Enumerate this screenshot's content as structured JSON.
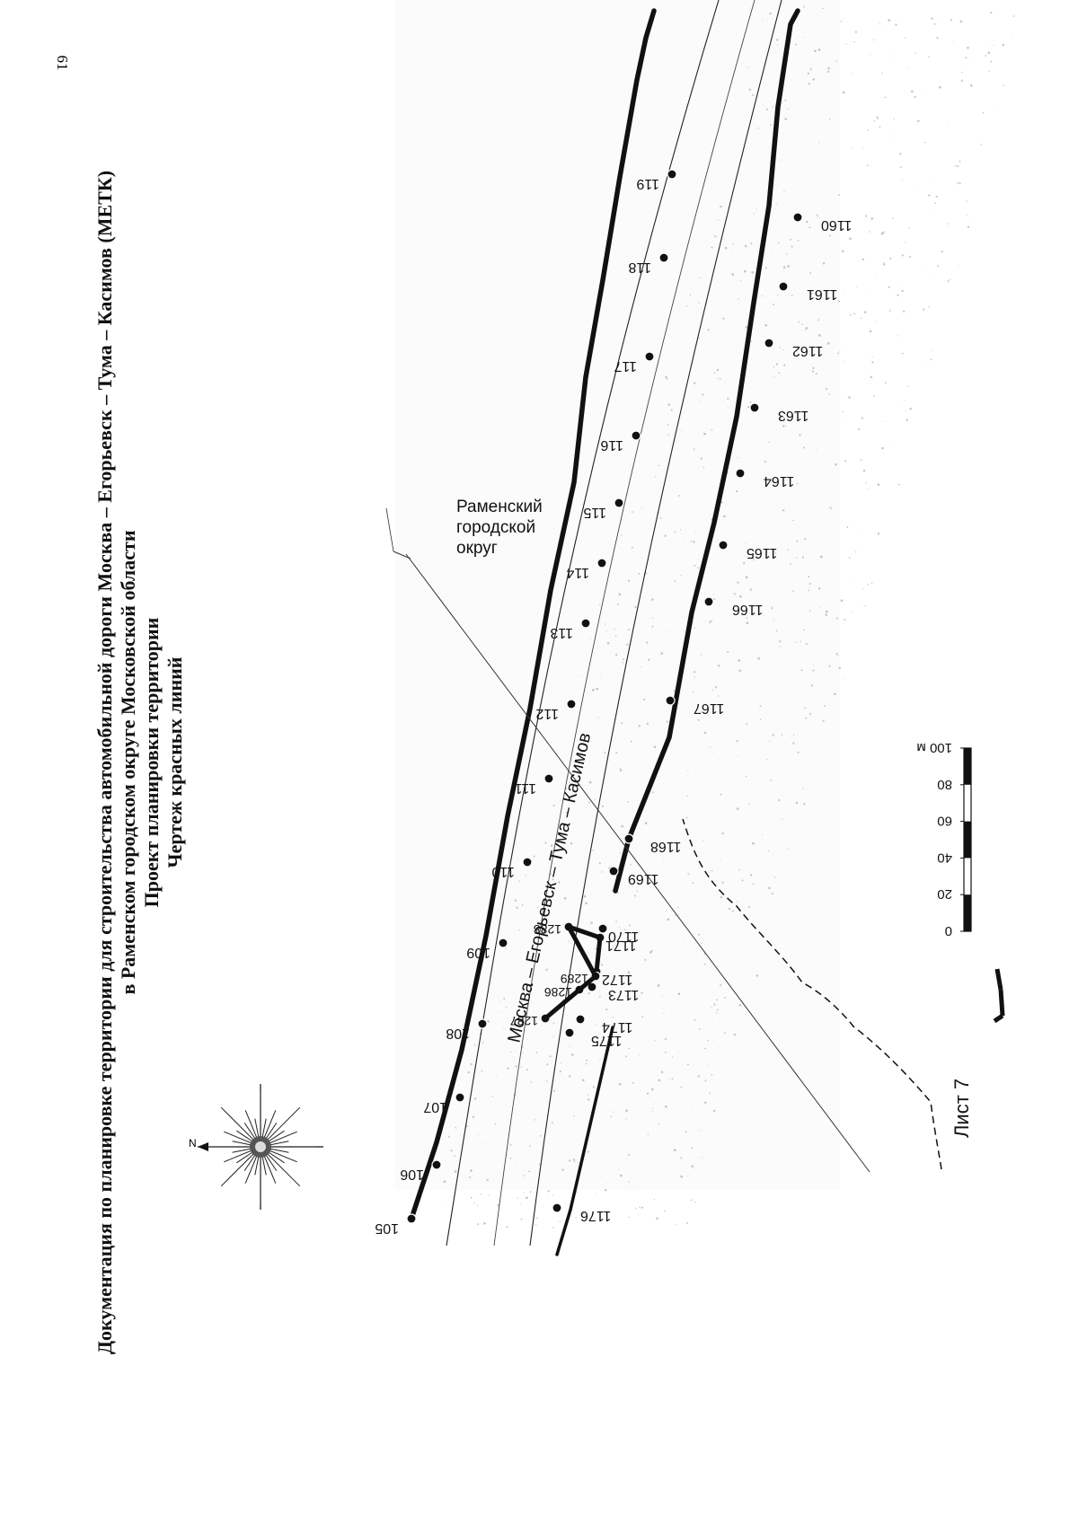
{
  "page_number": "61",
  "title": {
    "line1": "Документация по планировке территории для строительства автомобильной дороги Москва – Егорьевск – Тума – Касимов (МЕТК)",
    "line2": "в Раменском городском округе Московской области",
    "line3": "Проект планировки территории",
    "line4": "Чертеж красных линий"
  },
  "compass": {
    "north_label": "N"
  },
  "road_label": "Москва – Егорьевск – Тума – Касимов",
  "district_label": {
    "line1": "Раменский",
    "line2": "городской",
    "line3": "округ"
  },
  "sheet_label": "Лист 7",
  "scale_bar": {
    "ticks": [
      "0",
      "20",
      "40",
      "60",
      "80",
      "100 м"
    ]
  },
  "top_points": [
    "105",
    "106",
    "107",
    "108",
    "109",
    "110",
    "111",
    "112",
    "113",
    "114",
    "115",
    "116",
    "117",
    "118",
    "119"
  ],
  "bottom_points": [
    "1160",
    "1161",
    "1162",
    "1163",
    "1164",
    "1165",
    "1166",
    "1167",
    "1168",
    "1169",
    "1170",
    "1171",
    "1172",
    "1173",
    "1174",
    "1175",
    "1176"
  ],
  "parcel_points": [
    "1286",
    "1287",
    "1288",
    "1289"
  ]
}
